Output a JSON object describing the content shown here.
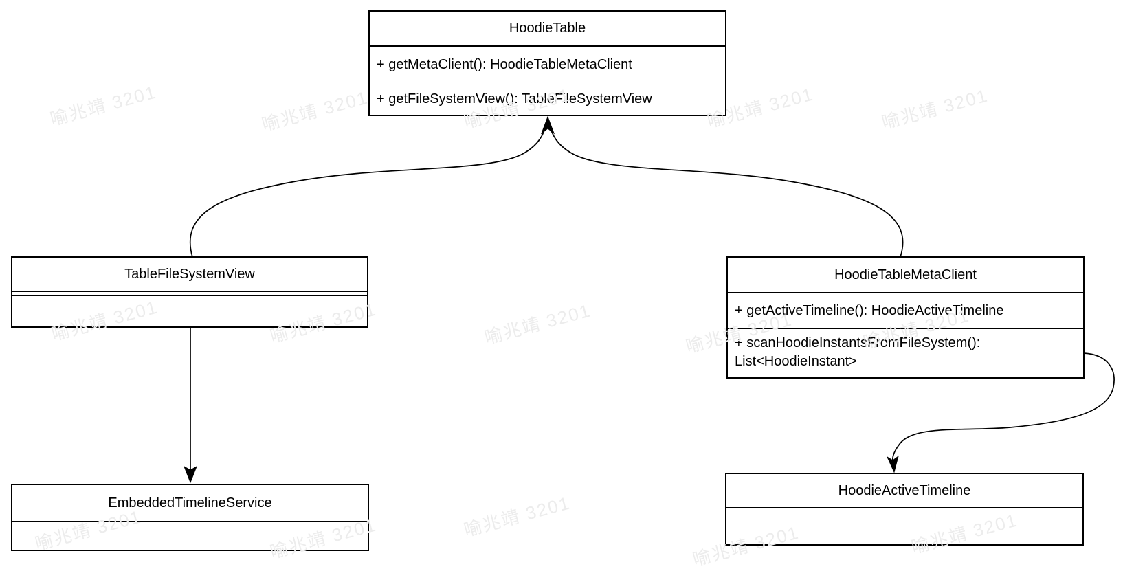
{
  "watermark": {
    "text": "喻兆靖 3201",
    "color": "#ececec"
  },
  "classes": [
    {
      "name": "HoodieTable",
      "title": "HoodieTable",
      "members": [
        "+ getMetaClient(): HoodieTableMetaClient",
        "+ getFileSystemView(): TableFileSystemView"
      ]
    },
    {
      "name": "TableFileSystemView",
      "title": "TableFileSystemView",
      "members": []
    },
    {
      "name": "HoodieTableMetaClient",
      "title": "HoodieTableMetaClient",
      "members": [
        "+ getActiveTimeline(): HoodieActiveTimeline",
        "+ scanHoodieInstantsFromFileSystem(): List<HoodieInstant>"
      ]
    },
    {
      "name": "EmbeddedTimelineService",
      "title": "EmbeddedTimelineService",
      "members": []
    },
    {
      "name": "HoodieActiveTimeline",
      "title": "HoodieActiveTimeline",
      "members": []
    }
  ],
  "relations": [
    {
      "from": "TableFileSystemView",
      "to": "HoodieTable",
      "style": "curved-arrow"
    },
    {
      "from": "HoodieTableMetaClient",
      "to": "HoodieTable",
      "style": "curved-arrow"
    },
    {
      "from": "TableFileSystemView",
      "to": "EmbeddedTimelineService",
      "style": "straight-arrow"
    },
    {
      "from": "HoodieTableMetaClient",
      "to": "HoodieActiveTimeline",
      "style": "s-curve-arrow"
    }
  ]
}
